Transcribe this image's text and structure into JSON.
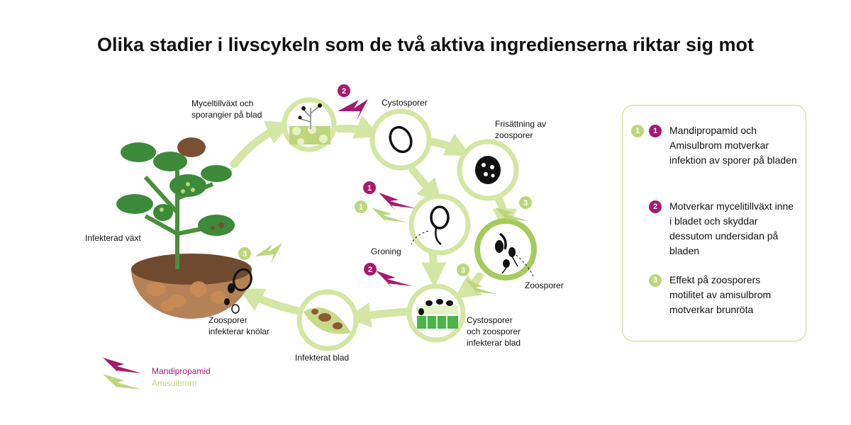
{
  "title": "Olika stadier i livscykeln som de två aktiva ingredienserna riktar sig mot",
  "colors": {
    "magenta": "#a6196f",
    "green": "#bcd67c",
    "ring": "#d4e6a4",
    "leaf": "#3c8a3a",
    "soil": "#a0704a"
  },
  "stages": {
    "mycelium": "Myceltillväxt och\nsporangier på blad",
    "cystospores": "Cystosporer",
    "release": "Frisättning av\nzoosporer",
    "germination": "Groning",
    "zoospores": "Zoosporer",
    "infect_leaves": "Cystosporer\noch zoosporer\ninfekterar blad",
    "infected_leaf": "Infekterat blad",
    "tubers": "Zoosporer\ninfekterar knölar",
    "plant": "Infekterad växt"
  },
  "markers": {
    "one": "1",
    "two": "2",
    "three": "3"
  },
  "legend": {
    "items": [
      {
        "badges": [
          "1",
          "1"
        ],
        "text": "Mandipropamid och Amisulbrom motverkar infektion av sporer på bladen"
      },
      {
        "badges": [
          "2"
        ],
        "text": "Motverkar mycelitillväxt inne i bladet och skyddar dessutom undersidan på bladen"
      },
      {
        "badges": [
          "3"
        ],
        "text": "Effekt på zoosporers motilitet av amisulbrom motverkar brunröta"
      }
    ]
  },
  "key": {
    "mandipropamid": "Mandipropamid",
    "amisulbrom": "Amisulbrom"
  }
}
